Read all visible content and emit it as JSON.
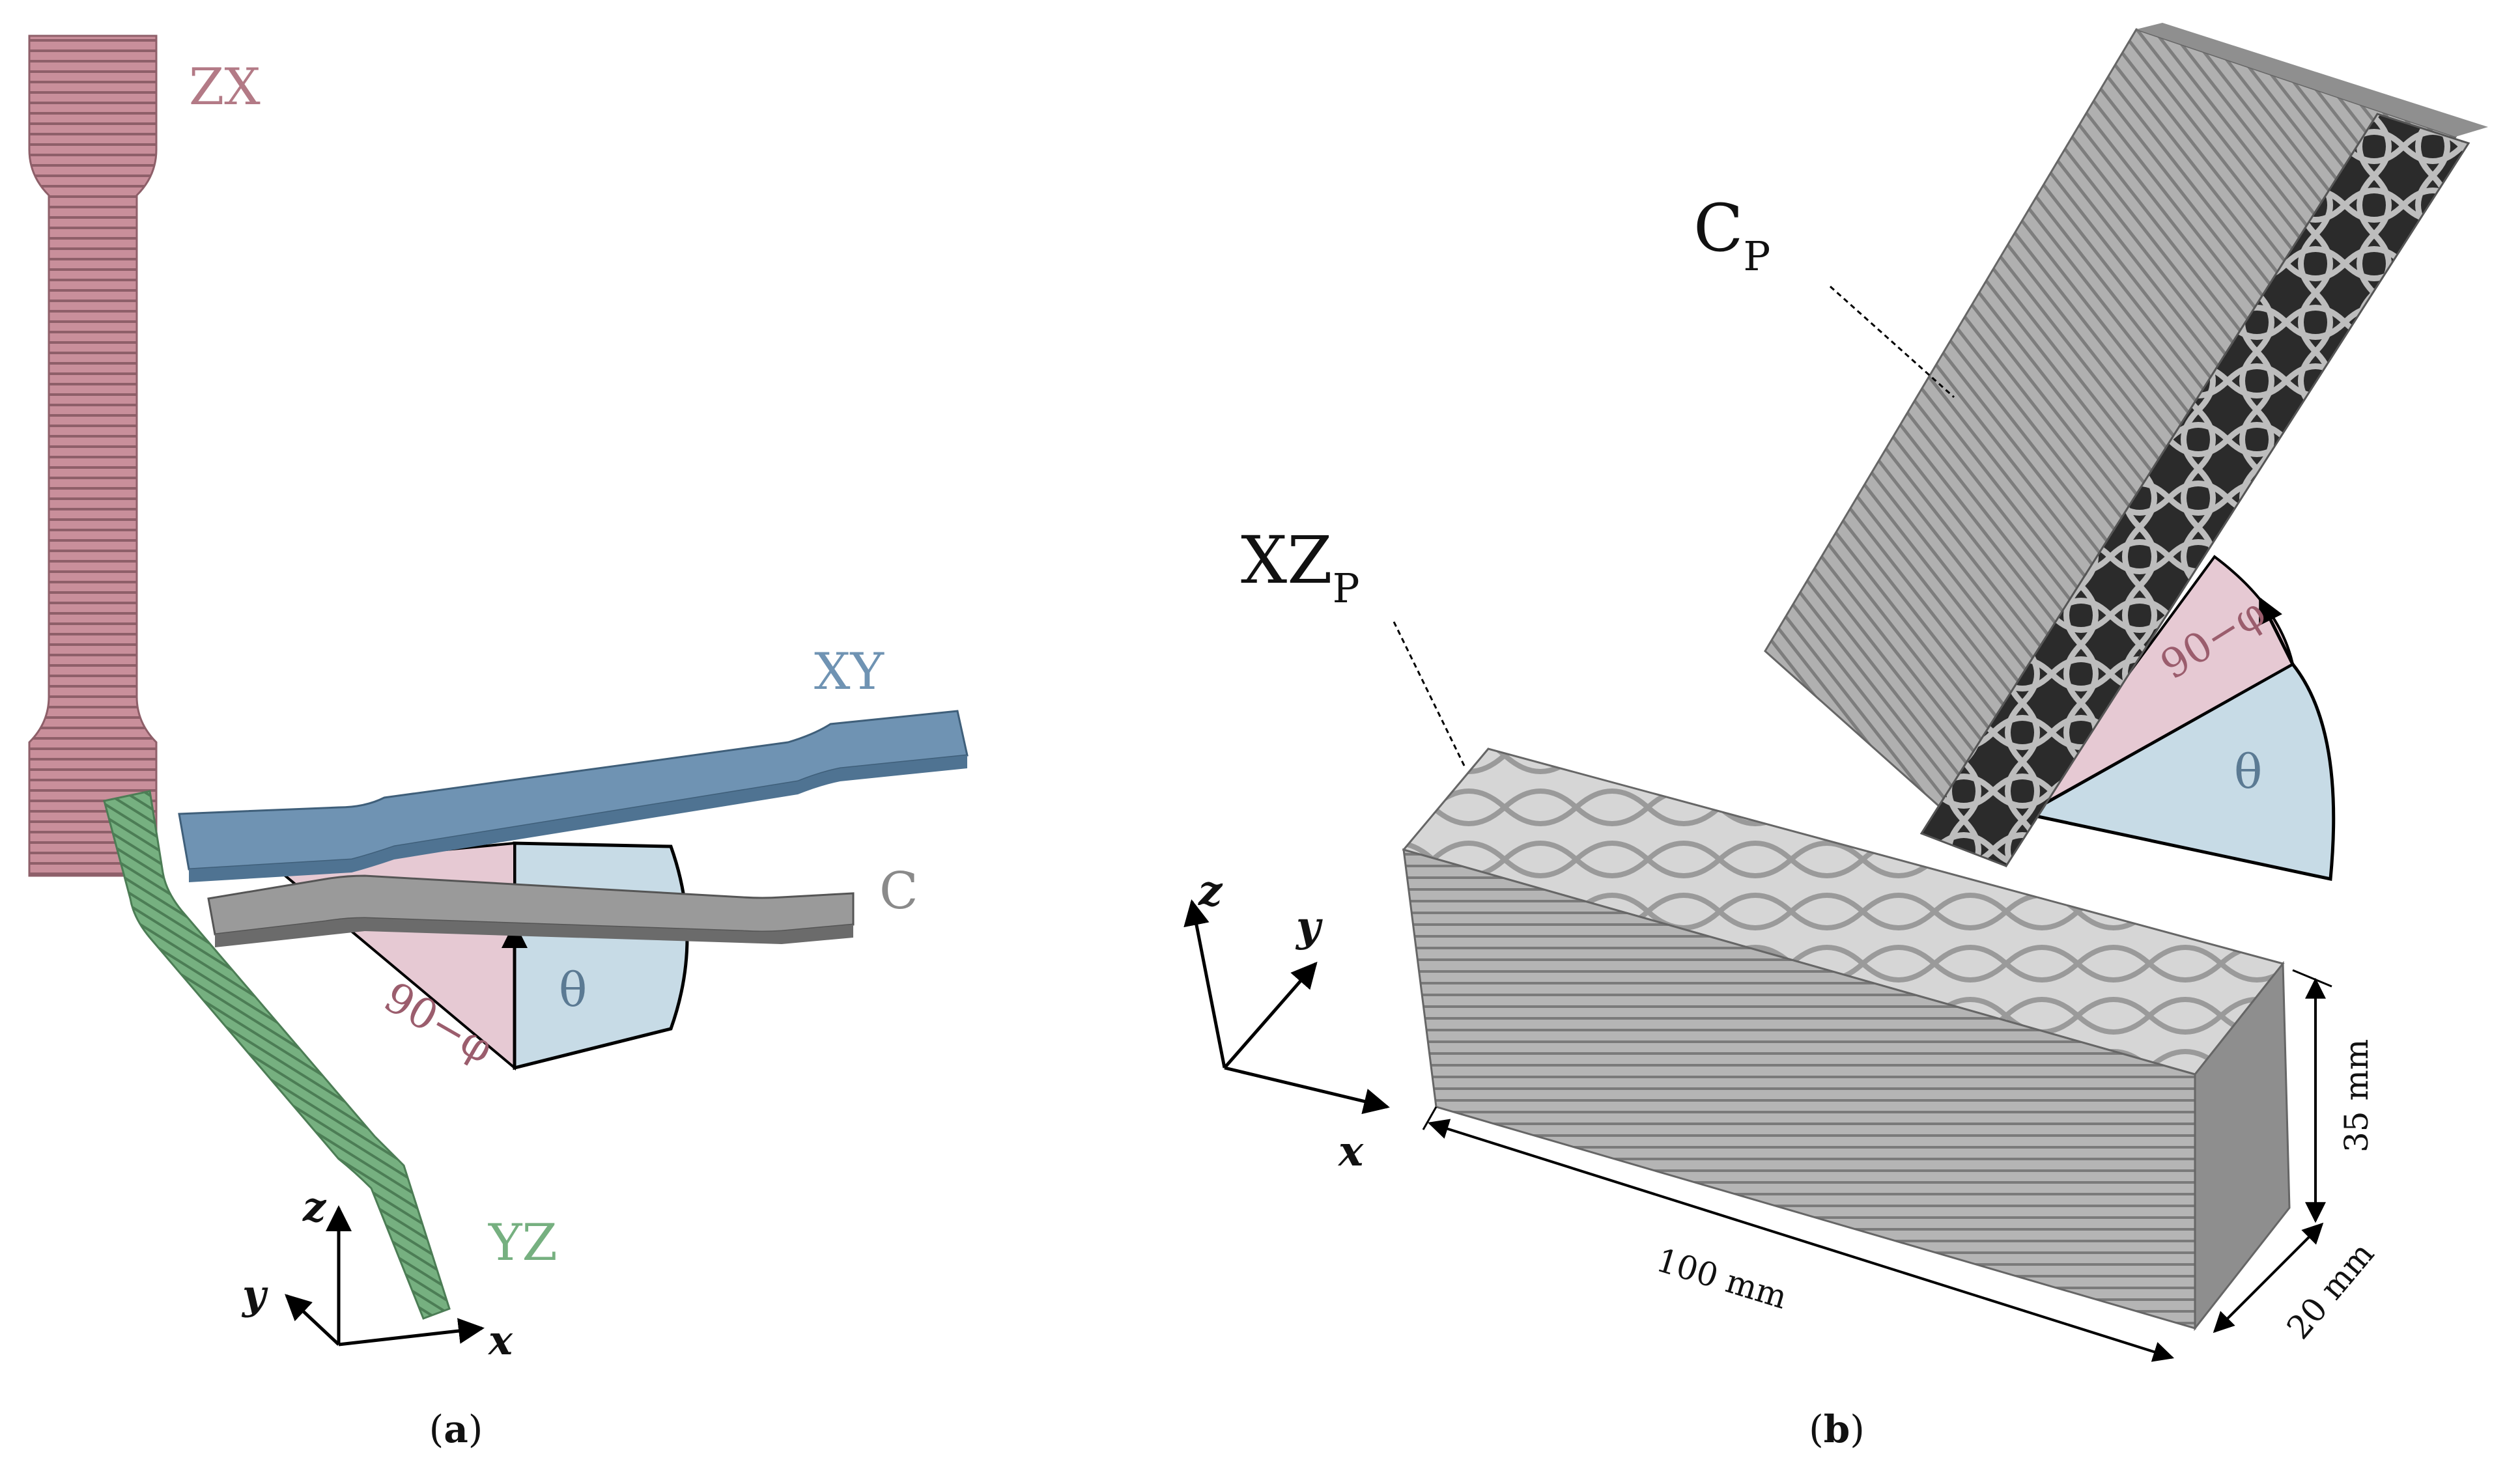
{
  "panel_a": {
    "caption_paren_open": "(",
    "caption_letter": "a",
    "caption_paren_close": ")",
    "specimens": {
      "zx": "ZX",
      "xy": "XY",
      "c": "C",
      "yz": "YZ"
    },
    "angle_theta": "θ",
    "angle_90_phi": "90−φ",
    "axes": {
      "x": "x",
      "y": "y",
      "z": "z"
    },
    "colors": {
      "zx": "#c98f9b",
      "xy": "#6f93b3",
      "c": "#9a9a9a",
      "yz": "#76b080",
      "theta_fill": "#c7dbe6",
      "phi_fill": "#e6c9d3"
    }
  },
  "panel_b": {
    "caption_paren_open": "(",
    "caption_letter": "b",
    "caption_paren_close": ")",
    "specimens": {
      "cp_main": "C",
      "cp_sub": "P",
      "xzp_main": "XZ",
      "xzp_sub": "P"
    },
    "angle_theta": "θ",
    "angle_90_phi": "90−φ",
    "dimensions": {
      "length": "100 mm",
      "height": "35 mm",
      "depth": "20 mm"
    },
    "axes": {
      "x": "x",
      "y": "y",
      "z": "z"
    },
    "colors": {
      "block": "#a9a9a9",
      "block_dark": "#4a4a4a",
      "theta_fill": "#c7dbe6",
      "phi_fill": "#e6c9d3"
    }
  }
}
